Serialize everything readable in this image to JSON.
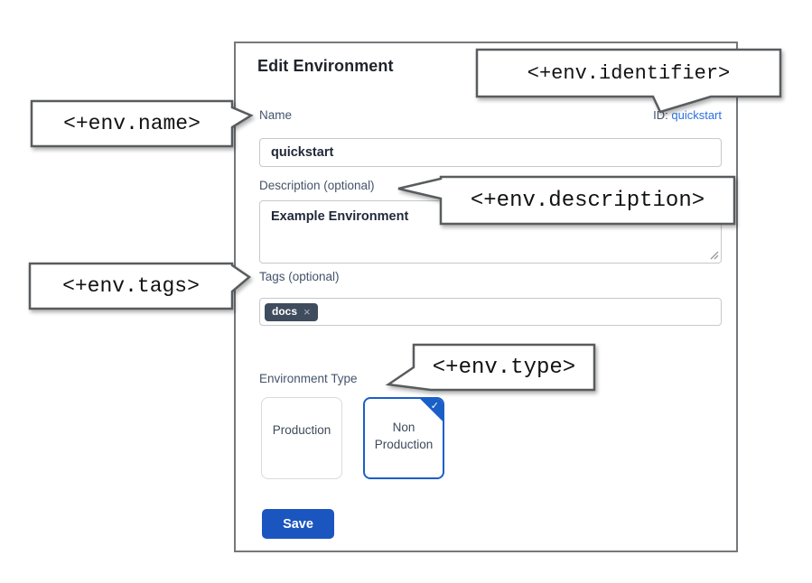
{
  "dialog": {
    "title": "Edit Environment",
    "name_field": {
      "label": "Name",
      "value": "quickstart",
      "id_label": "ID:",
      "id_value": "quickstart"
    },
    "description_field": {
      "label": "Description (optional)",
      "value": "Example Environment"
    },
    "tags_field": {
      "label": "Tags (optional)",
      "tags": [
        {
          "label": "docs",
          "remove_icon": "×"
        }
      ]
    },
    "type_field": {
      "label": "Environment Type",
      "options": [
        {
          "label": "Production",
          "selected": false
        },
        {
          "label": "Non Production",
          "selected": true
        }
      ],
      "check_icon": "✓"
    },
    "save_label": "Save"
  },
  "callouts": {
    "identifier": "<+env.identifier>",
    "name": "<+env.name>",
    "description": "<+env.description>",
    "tags": "<+env.tags>",
    "type": "<+env.type>"
  },
  "colors": {
    "link_blue": "#2b6fe0",
    "selected_card_blue": "#1a5fc8",
    "save_button_blue": "#1b55c0",
    "tag_chip_bg": "#3f4c5e",
    "label_text": "#44536a",
    "callout_border": "#595c5e",
    "dialog_border": "#75787b"
  }
}
